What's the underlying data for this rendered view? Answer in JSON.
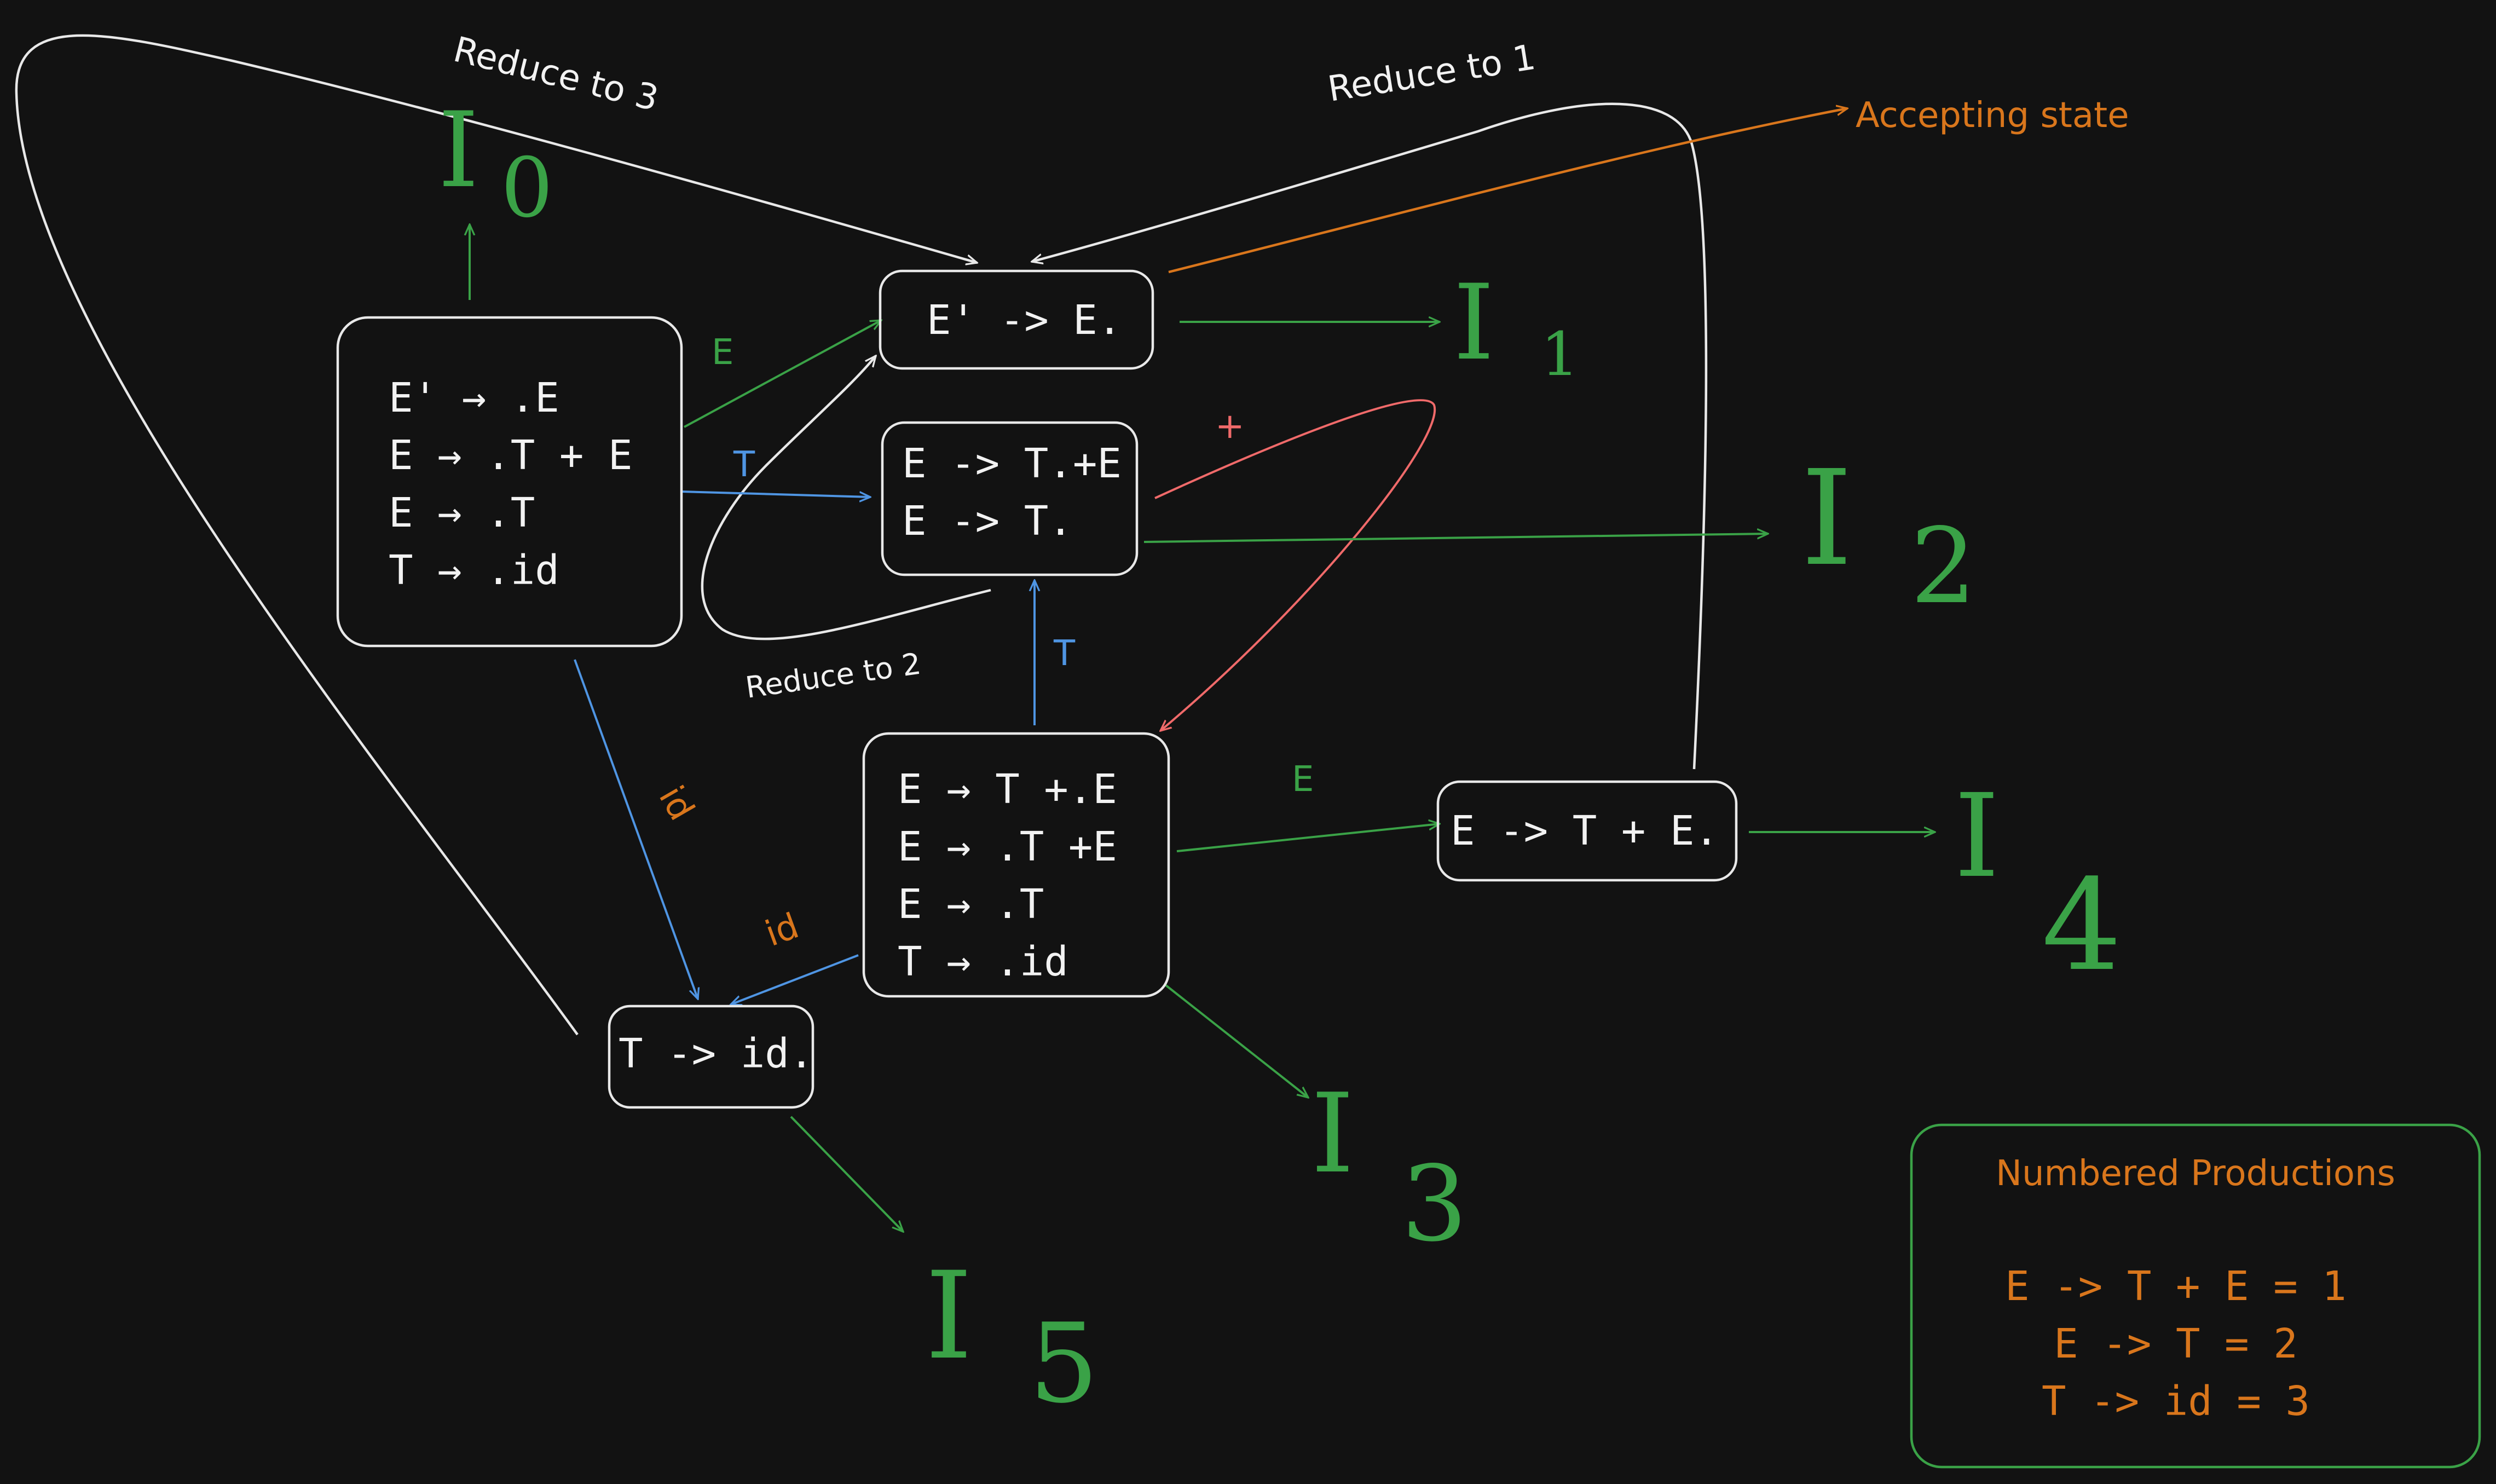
{
  "colors": {
    "background": "#121212",
    "box_stroke": "#e8e8e8",
    "green": "#3aa247",
    "blue": "#4f95e3",
    "orange": "#d9761c",
    "red": "#f06a6a",
    "white": "#e8e8e8"
  },
  "items": {
    "i0": [
      "E' → .E",
      "E → .T + E",
      "E → .T",
      "T → .id"
    ],
    "i1": [
      "E' -> E."
    ],
    "i2": [
      "E -> T.+E",
      "E -> T."
    ],
    "i3": [
      "E → T +.E",
      "E → .T +E",
      "E → .T",
      "T → .id"
    ],
    "i4": [
      "E -> T + E."
    ],
    "i5": [
      "T -> id."
    ]
  },
  "state_labels": {
    "i0": {
      "letter": "I",
      "number": "0"
    },
    "i1": {
      "letter": "I",
      "number": "1"
    },
    "i2": {
      "letter": "I",
      "number": "2"
    },
    "i3": {
      "letter": "I",
      "number": "3"
    },
    "i4": {
      "letter": "I",
      "number": "4"
    },
    "i5": {
      "letter": "I",
      "number": "5"
    }
  },
  "edge_labels": {
    "e_i0_i1": "E",
    "t_i0_i2": "T",
    "id_i0_i5": "id",
    "plus_i2_i3": "+",
    "t_i3_i2": "T",
    "e_i3_i4": "E",
    "id_i3_i5": "id"
  },
  "annotations": {
    "reduce_to_3": "Reduce to 3",
    "reduce_to_1": "Reduce to 1",
    "reduce_to_2": "Reduce to  2",
    "accepting_state": "Accepting state"
  },
  "legend": {
    "title": "Numbered Productions",
    "productions": [
      "E -> T + E = 1",
      "E -> T = 2",
      "T -> id = 3"
    ]
  }
}
